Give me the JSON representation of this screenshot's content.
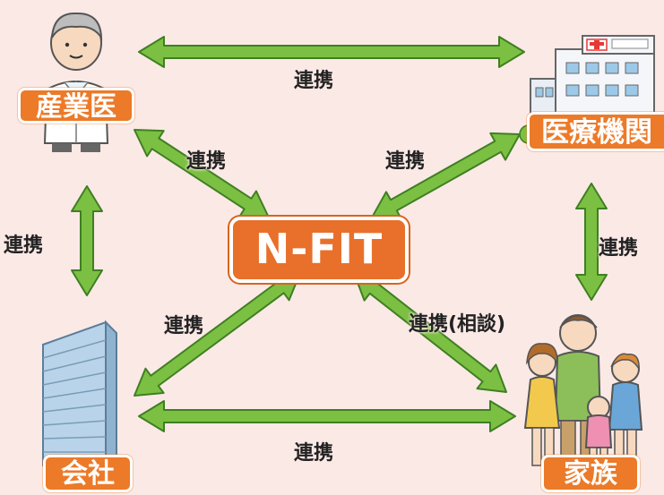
{
  "colors": {
    "background": "#fbe9e6",
    "arrow": "#7cc043",
    "arrow_outline": "#3f7f22",
    "label_fill": "#ec7a28"
  },
  "center": {
    "label": "N-FIT"
  },
  "nodes": {
    "doctor": {
      "label": "産業医",
      "icon": "doctor-icon"
    },
    "hospital": {
      "label": "医療機関",
      "icon": "hospital-icon"
    },
    "company": {
      "label": "会社",
      "icon": "office-building-icon"
    },
    "family": {
      "label": "家族",
      "icon": "family-icon"
    }
  },
  "links": {
    "doctor_hospital": "連携",
    "doctor_company": "連携",
    "hospital_family": "連携",
    "company_family": "連携",
    "doctor_nfit": "連携",
    "hospital_nfit": "連携",
    "company_nfit": "連携",
    "family_nfit": "連携(相談)"
  }
}
